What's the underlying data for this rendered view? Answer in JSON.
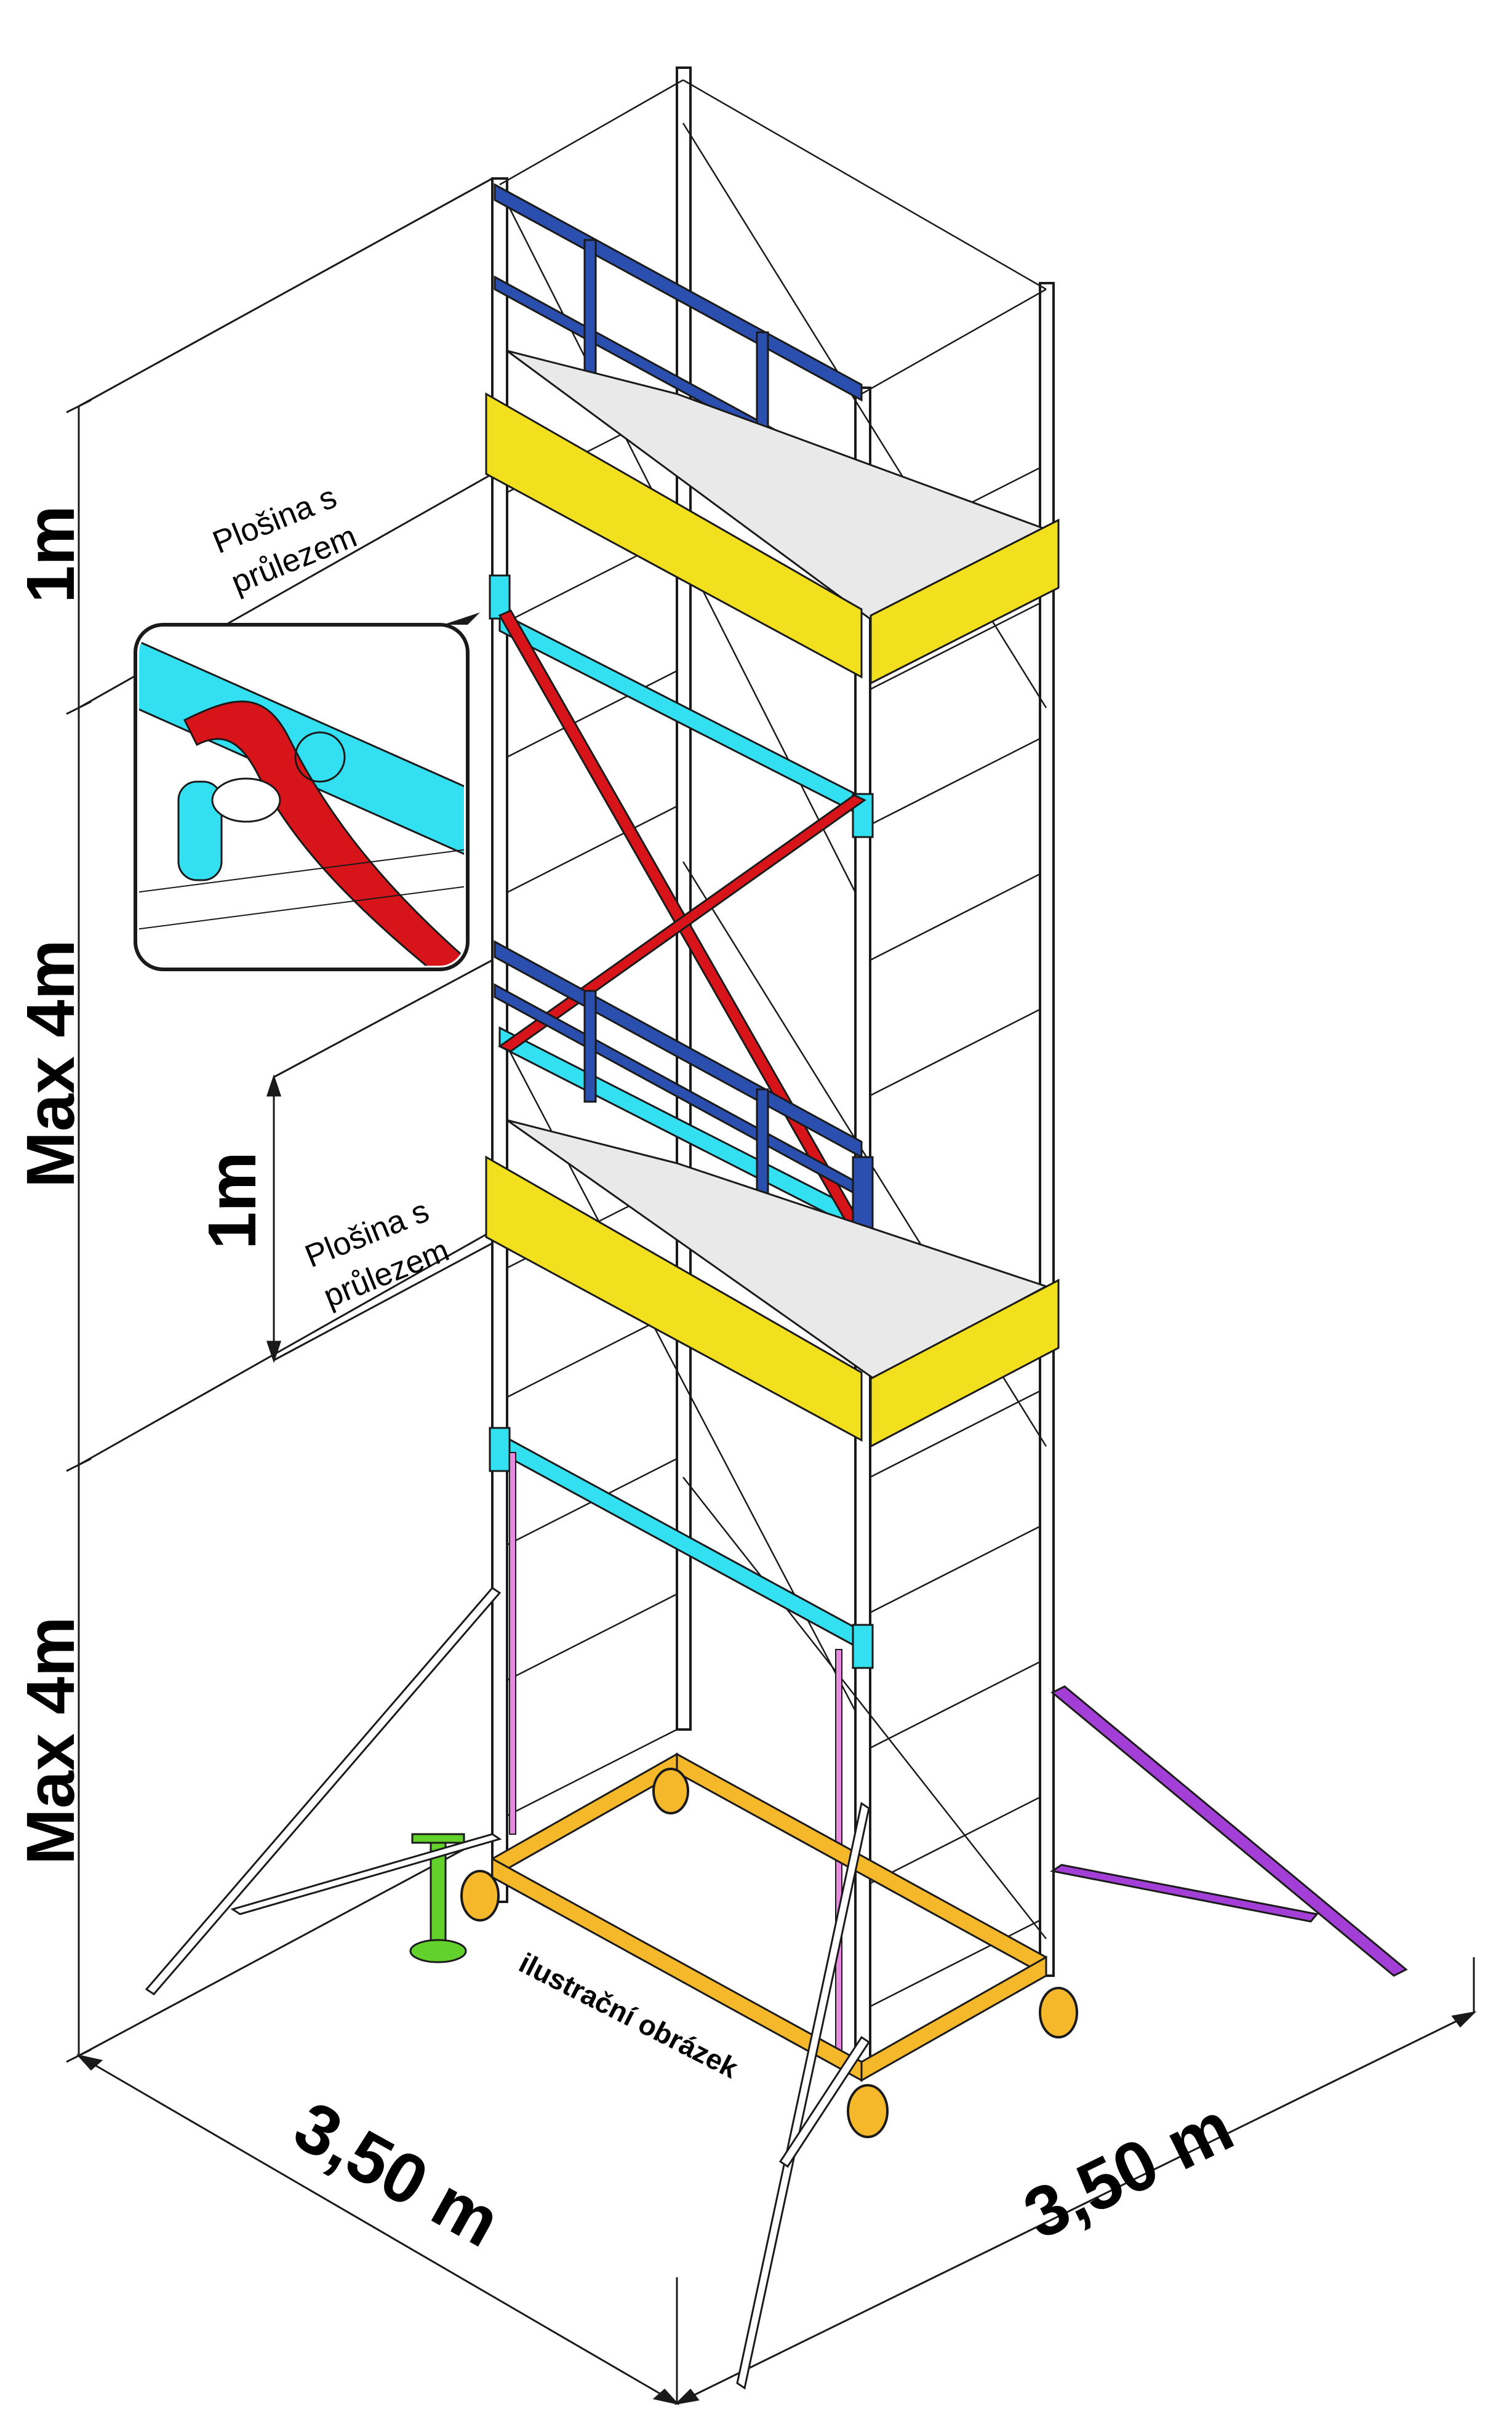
{
  "labels": {
    "height_top": "1m",
    "height_middle": "Max 4m",
    "height_bottom": "Max 4m",
    "height_inner": "1m",
    "platform_top_line1": "Plošina s",
    "platform_top_line2": "průlezem",
    "platform_mid_line1": "Plošina s",
    "platform_mid_line2": "průlezem",
    "illustration_note": "ilustrační obrázek",
    "width_left": "3,50 m",
    "width_right": "3,50 m"
  },
  "colors": {
    "guardrail": "#2b4fae",
    "platform": "#f2e01e",
    "brace_cyan": "#33e0f2",
    "brace_red": "#d8141b",
    "base_frame": "#f5b82a",
    "outrigger_purple": "#a33fd6",
    "brace_pink": "#e88ae0",
    "jack_green": "#63d12b",
    "structure": "#1a1a1a"
  },
  "icons": {
    "detail_callout": "magnified-clamp-detail",
    "castor": "castor-wheel-icon",
    "jack": "base-jack-icon"
  }
}
